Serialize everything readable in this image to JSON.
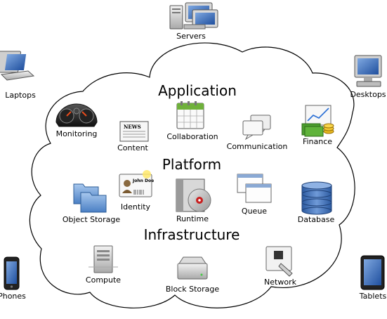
{
  "sections": {
    "application": "Application",
    "platform": "Platform",
    "infrastructure": "Infrastructure"
  },
  "devices": {
    "servers": "Servers",
    "laptops": "Laptops",
    "desktops": "Desktops",
    "phones": "Phones",
    "tablets": "Tablets"
  },
  "application_items": {
    "monitoring": "Monitoring",
    "content": "Content",
    "collaboration": "Collaboration",
    "communication": "Communication",
    "finance": "Finance"
  },
  "platform_items": {
    "object_storage": "Object Storage",
    "identity": "Identity",
    "runtime": "Runtime",
    "queue": "Queue",
    "database": "Database"
  },
  "infrastructure_items": {
    "compute": "Compute",
    "block_storage": "Block Storage",
    "network": "Network"
  },
  "icon_texts": {
    "news": "NEWS",
    "badge_name": "John Doe"
  }
}
